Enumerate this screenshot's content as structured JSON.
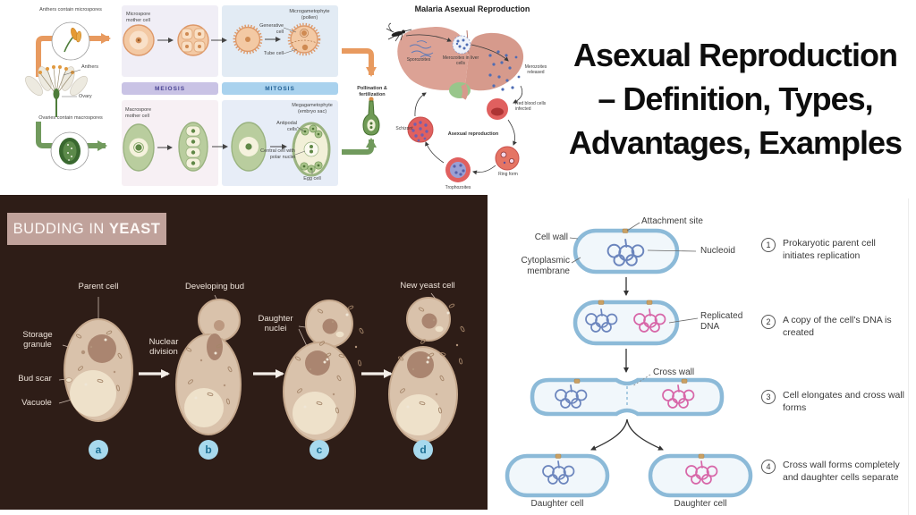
{
  "title_block": {
    "lines": [
      "Asexual Reproduction",
      "– Definition, Types,",
      "Advantages, Examples"
    ]
  },
  "plant": {
    "anthers_contain": "Anthers contain microspores",
    "anthers": "Anthers",
    "ovary": "Ovary",
    "ovaries_contain": "Ovaries contain macrospores",
    "microspore_mother": "Microspore mother cell",
    "macrospore_mother": "Macrospore mother cell",
    "meiosis": "MEIOSIS",
    "mitosis": "MITOSIS",
    "microgametophyte": "Microgametophyte (pollen)",
    "generative_cell": "Generative cell",
    "tube_cell": "Tube cell",
    "megagametophyte": "Megagametophyte (embryo sac)",
    "antipodal_cells": "Antipodal cells",
    "central_cell": "Central cell with polar nuclei",
    "egg_cell": "Egg cell",
    "pollination": "Pollination & fertilization"
  },
  "malaria": {
    "title": "Malaria Asexual Reproduction",
    "sporozoites": "Sporozoites",
    "merozoites_in_liver": "Merozoites in liver cells",
    "merozoites_released": "Merozoites released",
    "red_blood_cells_infected": "Red blood cells infected",
    "asexual_reproduction": "Asexual reproduction",
    "ring_form": "Ring form",
    "trophozoites": "Trophozoites",
    "schizont": "Schizont"
  },
  "yeast": {
    "heading_regular": "BUDDING IN",
    "heading_bold": "YEAST",
    "parent_cell": "Parent cell",
    "storage_granule": "Storage granule",
    "bud_scar": "Bud scar",
    "vacuole": "Vacuole",
    "developing_bud": "Developing bud",
    "nuclear_division": "Nuclear division",
    "daughter_nuclei": "Daughter nuclei",
    "new_yeast_cell": "New yeast cell",
    "stages": [
      "a",
      "b",
      "c",
      "d"
    ]
  },
  "fission": {
    "attachment_site": "Attachment site",
    "cell_wall": "Cell wall",
    "nucleoid": "Nucleoid",
    "cytoplasmic_membrane": "Cytoplasmic membrane",
    "replicated_dna": "Replicated DNA",
    "cross_wall": "Cross wall",
    "daughter_cell_left": "Daughter cell",
    "daughter_cell_right": "Daughter cell",
    "steps": [
      {
        "num": "1",
        "text": "Prokaryotic parent cell initiates replication"
      },
      {
        "num": "2",
        "text": "A copy of the cell's DNA is created"
      },
      {
        "num": "3",
        "text": "Cell elongates and cross wall forms"
      },
      {
        "num": "4",
        "text": "Cross wall forms completely and daughter cells separate"
      }
    ]
  },
  "colors": {
    "yeast_background": "#2e1d17",
    "yeast_banner": "#c0a29b",
    "meiosis_banner": "#c9c3e5",
    "mitosis_banner": "#a9d2ee",
    "orange_arrow": "#e89a5f",
    "green_arrow": "#719a5d",
    "capsule_stroke": "#8cbad8",
    "dna_blue": "#6b85bd",
    "dna_pink": "#d766a8",
    "stage_circle": "#a7d9ed"
  }
}
